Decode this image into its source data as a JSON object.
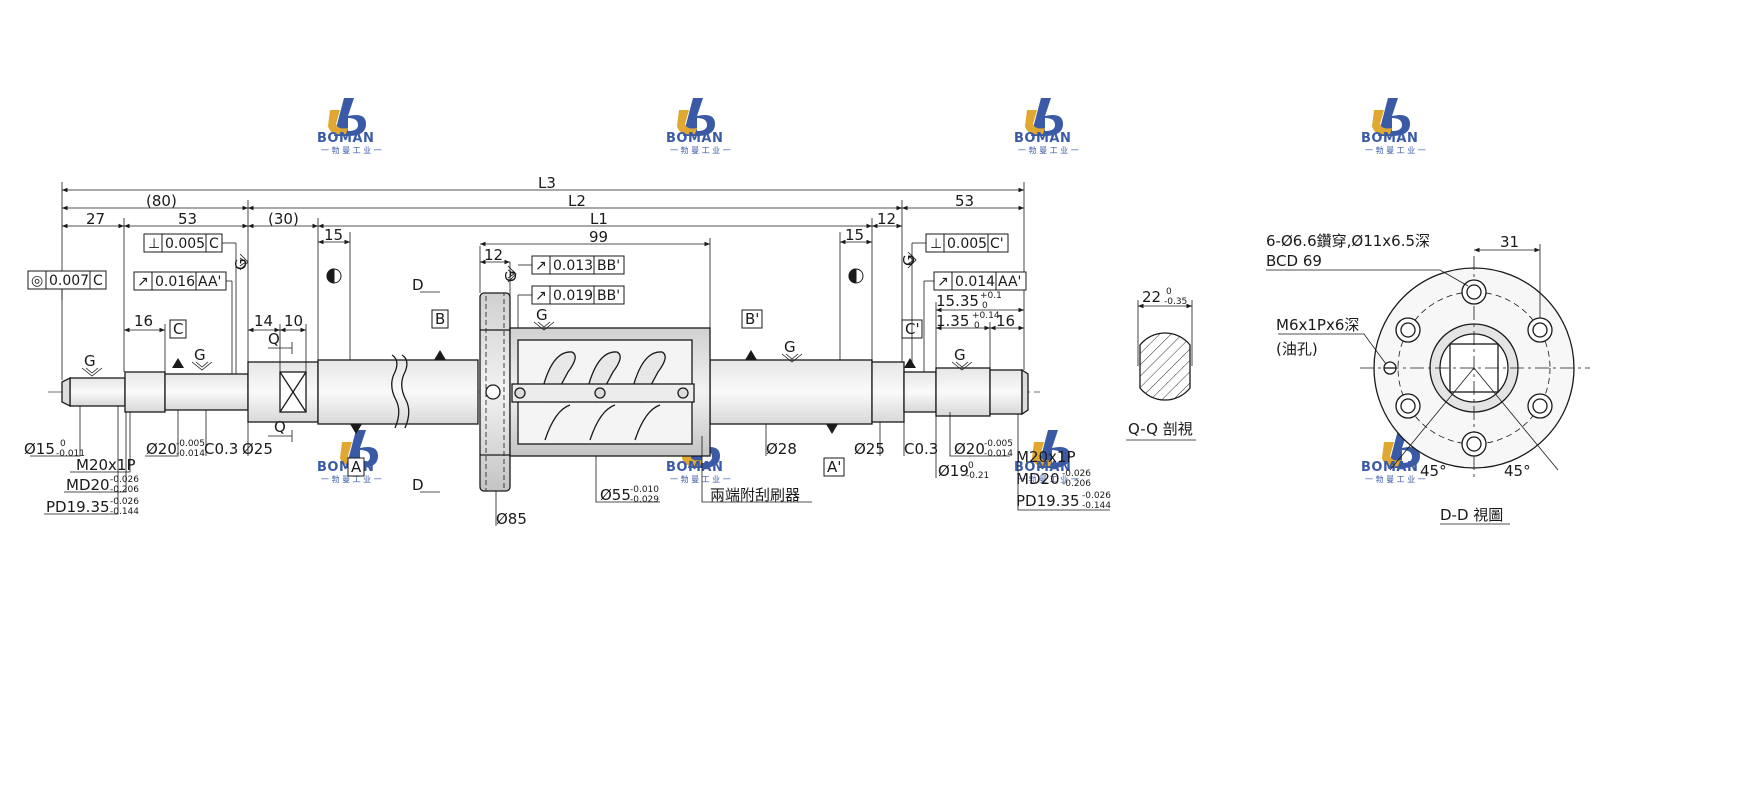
{
  "logo": {
    "brand": "BOMAN",
    "subtitle": "一 勃 曼 工 业 一",
    "colors": {
      "blue": "#3a5aa6",
      "gold": "#e0a830"
    }
  },
  "dims": {
    "L3": "L3",
    "L2": "L2",
    "L1": "L1",
    "d80": "(80)",
    "d53a": "53",
    "d53b": "53",
    "d27": "27",
    "d30": "(30)",
    "d12a": "12",
    "d15a": "15",
    "d15b": "15",
    "d99": "99",
    "d12b": "12",
    "d16a": "16",
    "d14": "14",
    "d10": "10",
    "d16b": "16",
    "d15_35": "15.35",
    "d15_35_tol_up": "+0.1",
    "d15_35_tol_lo": "0",
    "d1_35": "1.35",
    "d1_35_tol_up": "+0.14",
    "d1_35_tol_lo": "0",
    "d15dia": "Ø15",
    "d15dia_tol_up": "0",
    "d15dia_tol_lo": "-0.011",
    "m20_left": "M20x1P",
    "md20_left": "MD20",
    "md20_tol_up": "-0.026",
    "md20_tol_lo": "-0.206",
    "pd_left": "PD19.35",
    "pd_tol_up": "-0.026",
    "pd_tol_lo": "-0.144",
    "d20_left": "Ø20",
    "d20_tol_up": "-0.005",
    "d20_tol_lo": "-0.014",
    "c03_left": "C0.3",
    "d25_left": "Ø25",
    "d85": "Ø85",
    "d55": "Ø55",
    "d55_tol_up": "-0.010",
    "d55_tol_lo": "-0.029",
    "d28": "Ø28",
    "d25_right": "Ø25",
    "c03_right": "C0.3",
    "d20_right": "Ø20",
    "d19": "Ø19",
    "d19_tol_up": "0",
    "d19_tol_lo": "-0.21",
    "m20_right": "M20x1P",
    "md20_right": "MD20",
    "pd_right": "PD19.35",
    "wiper_note": "兩端附刮刷器"
  },
  "tolerances": [
    {
      "symbol": "◎",
      "value": "0.007",
      "datum": "C"
    },
    {
      "symbol": "⊥",
      "value": "0.005",
      "datum": "C"
    },
    {
      "symbol": "↗",
      "value": "0.016",
      "datum": "AA'"
    },
    {
      "symbol": "↗",
      "value": "0.013",
      "datum": "BB'"
    },
    {
      "symbol": "↗",
      "value": "0.019",
      "datum": "BB'"
    },
    {
      "symbol": "⊥",
      "value": "0.005",
      "datum": "C'"
    },
    {
      "symbol": "↗",
      "value": "0.014",
      "datum": "AA'"
    }
  ],
  "datums": {
    "C": "C",
    "Cp": "C'",
    "B": "B",
    "Bp": "B'",
    "A": "A",
    "Ap": "A'"
  },
  "labels": {
    "G": "G",
    "Q": "Q",
    "D": "D"
  },
  "qq": {
    "dim": "22",
    "tol_up": "0",
    "tol_lo": "-0.35",
    "title": "Q-Q 剖視"
  },
  "dd": {
    "holes": "6-Ø6.6鑽穿,Ø11x6.5深",
    "bcd": "BCD 69",
    "tap": "M6x1Px6深",
    "tap_note": "(油孔)",
    "dim31": "31",
    "angle1": "45°",
    "angle2": "45°",
    "title": "D-D 視圖"
  }
}
